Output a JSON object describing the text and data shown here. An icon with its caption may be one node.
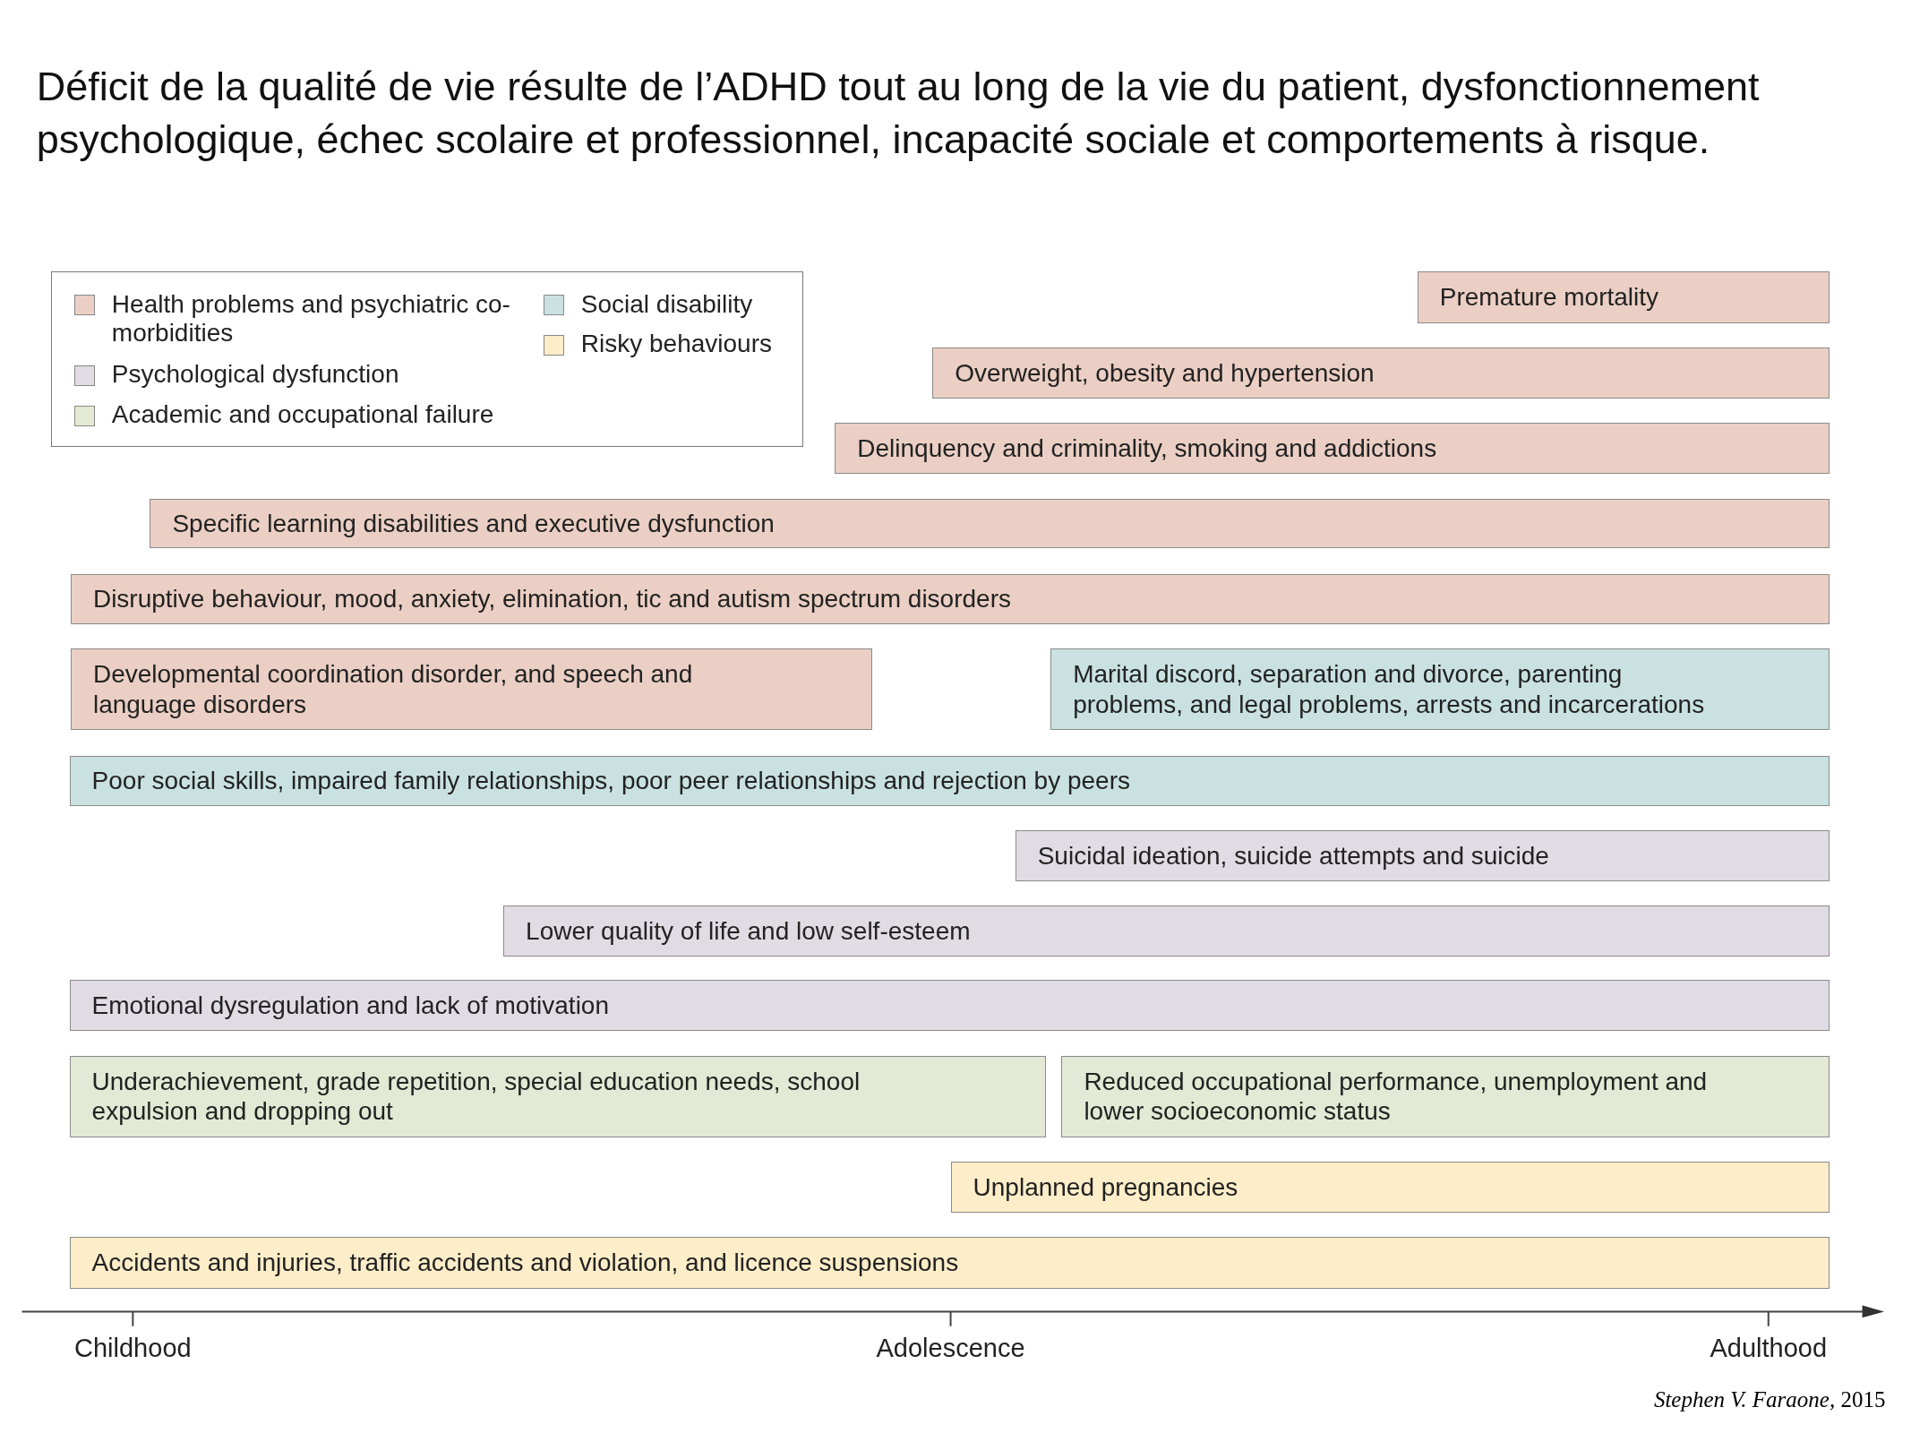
{
  "diagram": {
    "title": "Déficit de la qualité de vie résulte de l’ADHD tout au long de la vie du patient, dysfonctionnement psychologique, échec scolaire et professionnel, incapacité sociale et comportements à risque.",
    "caption": "*Stephen V. Faraone,* 2015",
    "nodes": [
      {
        "text": [
          "Premature mortality"
        ]
      },
      {
        "text": [
          "Overweight, obesity and hypertension"
        ]
      },
      {
        "text": [
          "Delinquency and criminality, smoking and addictions"
        ]
      },
      {
        "text": [
          "Specific learning disabilities and executive dysfunction"
        ]
      },
      {
        "text": [
          "Disruptive behaviour, mood, anxiety, elimination, tic and autism spectrum disorders"
        ]
      },
      {
        "text": [
          "Developmental coordination disorder, and speech and language disorders"
        ]
      },
      {
        "text": [
          "Marital discord, separation and divorce, parenting problems, and legal problems, arrests and incarcerations"
        ]
      },
      {
        "text": [
          "Poor social skills, impaired family relationships, poor peer relationships and rejection by peers"
        ]
      },
      {
        "text": [
          "Suicidal ideation, suicide attempts and suicide"
        ]
      },
      {
        "text": [
          "Lower quality of life and low self-esteem"
        ]
      },
      {
        "text": [
          "Emotional dysregulation and lack of motivation"
        ]
      },
      {
        "text": [
          "Underachievement, grade repetition, special education needs, school expulsion and dropping out"
        ]
      },
      {
        "text": [
          "Reduced occupational performance, unemployment and lower socioeconomic status"
        ]
      },
      {
        "text": [
          "Unplanned pregnancies"
        ]
      },
      {
        "text": [
          "Accidents and injuries, traffic accidents and violation, and licence suspensions"
        ]
      }
    ],
    "labels": [
      "Childhood",
      "Adolescence",
      "Adulthood"
    ],
    "legend": [
      {
        "text": "Health problems and psychiatric co-morbidities",
        "color": "#ebcfc4"
      },
      {
        "text": "Psychological dysfunction",
        "color": "#e1dbe3"
      },
      {
        "text": "Academic and occupational failure",
        "color": "#e3e9d4"
      },
      {
        "text": "Social disability",
        "color": "#c9e2e1"
      },
      {
        "text": "Risky behaviours",
        "color": "#fdedc8"
      }
    ]
  }
}
